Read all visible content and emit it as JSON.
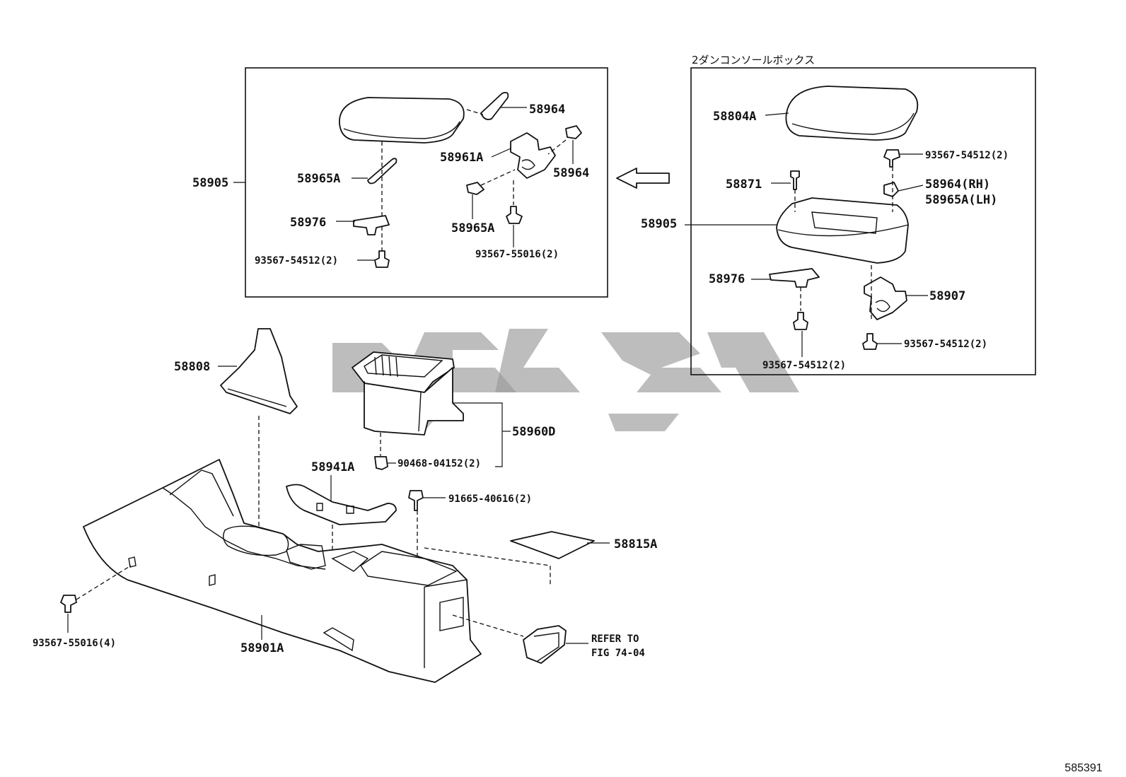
{
  "inset_title": "2ダンコンソールボックス",
  "footer_id": "585391",
  "labels": {
    "l_58964_top": "58964",
    "l_58961A": "58961A",
    "l_58964_mid": "58964",
    "l_58905_left": "58905",
    "l_58965A_left": "58965A",
    "l_58976_left": "58976",
    "l_58965A_mid": "58965A",
    "l_93567_54512_left": "93567-54512(2)",
    "l_93567_55016_mid": "93567-55016(2)",
    "l_58804A": "58804A",
    "l_93567_54512_r1": "93567-54512(2)",
    "l_58871": "58871",
    "l_58964_rh": "58964(RH)",
    "l_58965A_lh": "58965A(LH)",
    "l_58905_right": "58905",
    "l_58976_right": "58976",
    "l_58907": "58907",
    "l_93567_54512_r2": "93567-54512(2)",
    "l_93567_54512_r3": "93567-54512(2)",
    "l_58808": "58808",
    "l_58960D": "58960D",
    "l_90468_04152": "90468-04152(2)",
    "l_58941A": "58941A",
    "l_91665_40616": "91665-40616(2)",
    "l_58815A": "58815A",
    "l_93567_55016_bottom": "93567-55016(4)",
    "l_58901A": "58901A",
    "l_refer_1": "REFER TO",
    "l_refer_2": "FIG 74-04"
  }
}
